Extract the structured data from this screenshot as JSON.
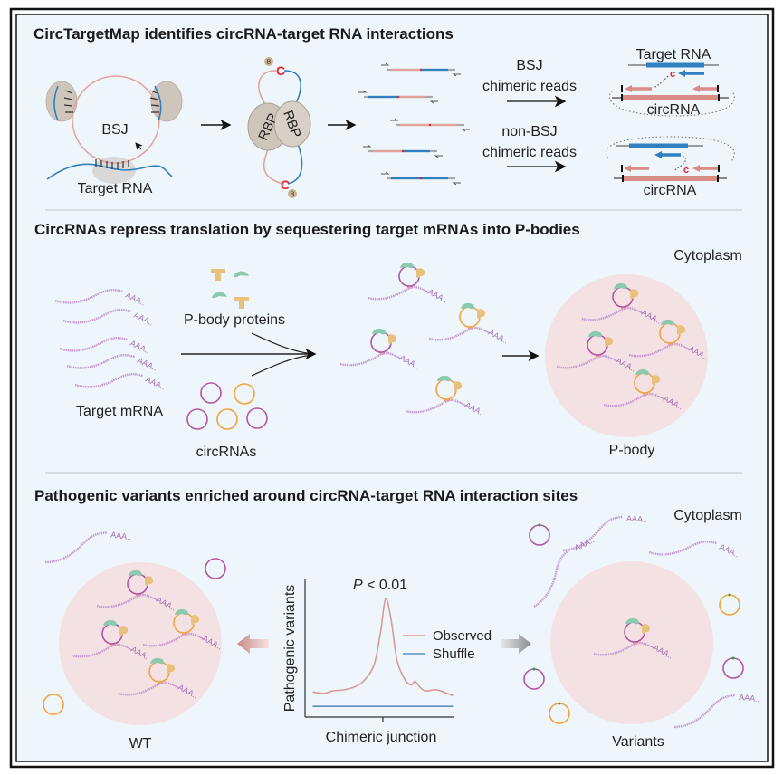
{
  "colors": {
    "background": "#eef6fb",
    "circrna_pink": "#e3a39c",
    "target_blue": "#2f7fc1",
    "circrna_magenta": "#b455a5",
    "circrna_orange": "#f2a33c",
    "mrna_purple": "#c59ad3",
    "pbody_fill": "#f4e1e3",
    "protein_green": "#8ccab0",
    "protein_tan": "#e8c27c",
    "junction_red": "#e8212a"
  },
  "section1": {
    "title": "CircTargetMap identifies circRNA-target RNA interactions",
    "bsj": "BSJ",
    "target_rna": "Target RNA",
    "rbp": "RBP",
    "crosslink": "C",
    "biotin": "B",
    "bsj_reads_line1": "BSJ",
    "bsj_reads_line2": "chimeric reads",
    "nonbsj_reads_line1": "non-BSJ",
    "nonbsj_reads_line2": "chimeric reads",
    "right_target_rna": "Target RNA",
    "circrna": "circRNA",
    "junction_c": "c"
  },
  "section2": {
    "title": "CircRNAs repress translation by sequestering target mRNAs into P-bodies",
    "cytoplasm": "Cytoplasm",
    "pbody_proteins": "P-body proteins",
    "target_mrna": "Target mRNA",
    "circrnas": "circRNAs",
    "pbody": "P-body",
    "polya": "AAA.."
  },
  "section3": {
    "title": "Pathogenic variants  enriched around circRNA-target RNA interaction sites",
    "cytoplasm": "Cytoplasm",
    "wt": "WT",
    "variants": "Variants"
  },
  "chart_data": {
    "type": "line",
    "title": "",
    "annotation": "P < 0.01",
    "xlabel": "Chimeric junction",
    "ylabel": "Pathogenic variants",
    "xlim": [
      -1,
      1
    ],
    "ylim": [
      0,
      1.16
    ],
    "x_ticks": [
      0
    ],
    "grid": false,
    "legend_position": "right",
    "series": [
      {
        "name": "Observed",
        "color": "#d99a95",
        "x": [
          -1.0,
          -0.83,
          -0.72,
          -0.55,
          -0.38,
          -0.25,
          -0.12,
          -0.03,
          0.04,
          0.12,
          0.2,
          0.31,
          0.4,
          0.46,
          0.53,
          0.61,
          0.74,
          0.83,
          0.91,
          1.0
        ],
        "y": [
          0.21,
          0.2,
          0.22,
          0.23,
          0.26,
          0.32,
          0.45,
          0.73,
          1.0,
          0.81,
          0.48,
          0.32,
          0.27,
          0.3,
          0.25,
          0.22,
          0.23,
          0.22,
          0.2,
          0.18
        ]
      },
      {
        "name": "Shuffle",
        "color": "#5b8fc6",
        "x": [
          -1.0,
          1.0
        ],
        "y": [
          0.09,
          0.09
        ]
      }
    ]
  }
}
